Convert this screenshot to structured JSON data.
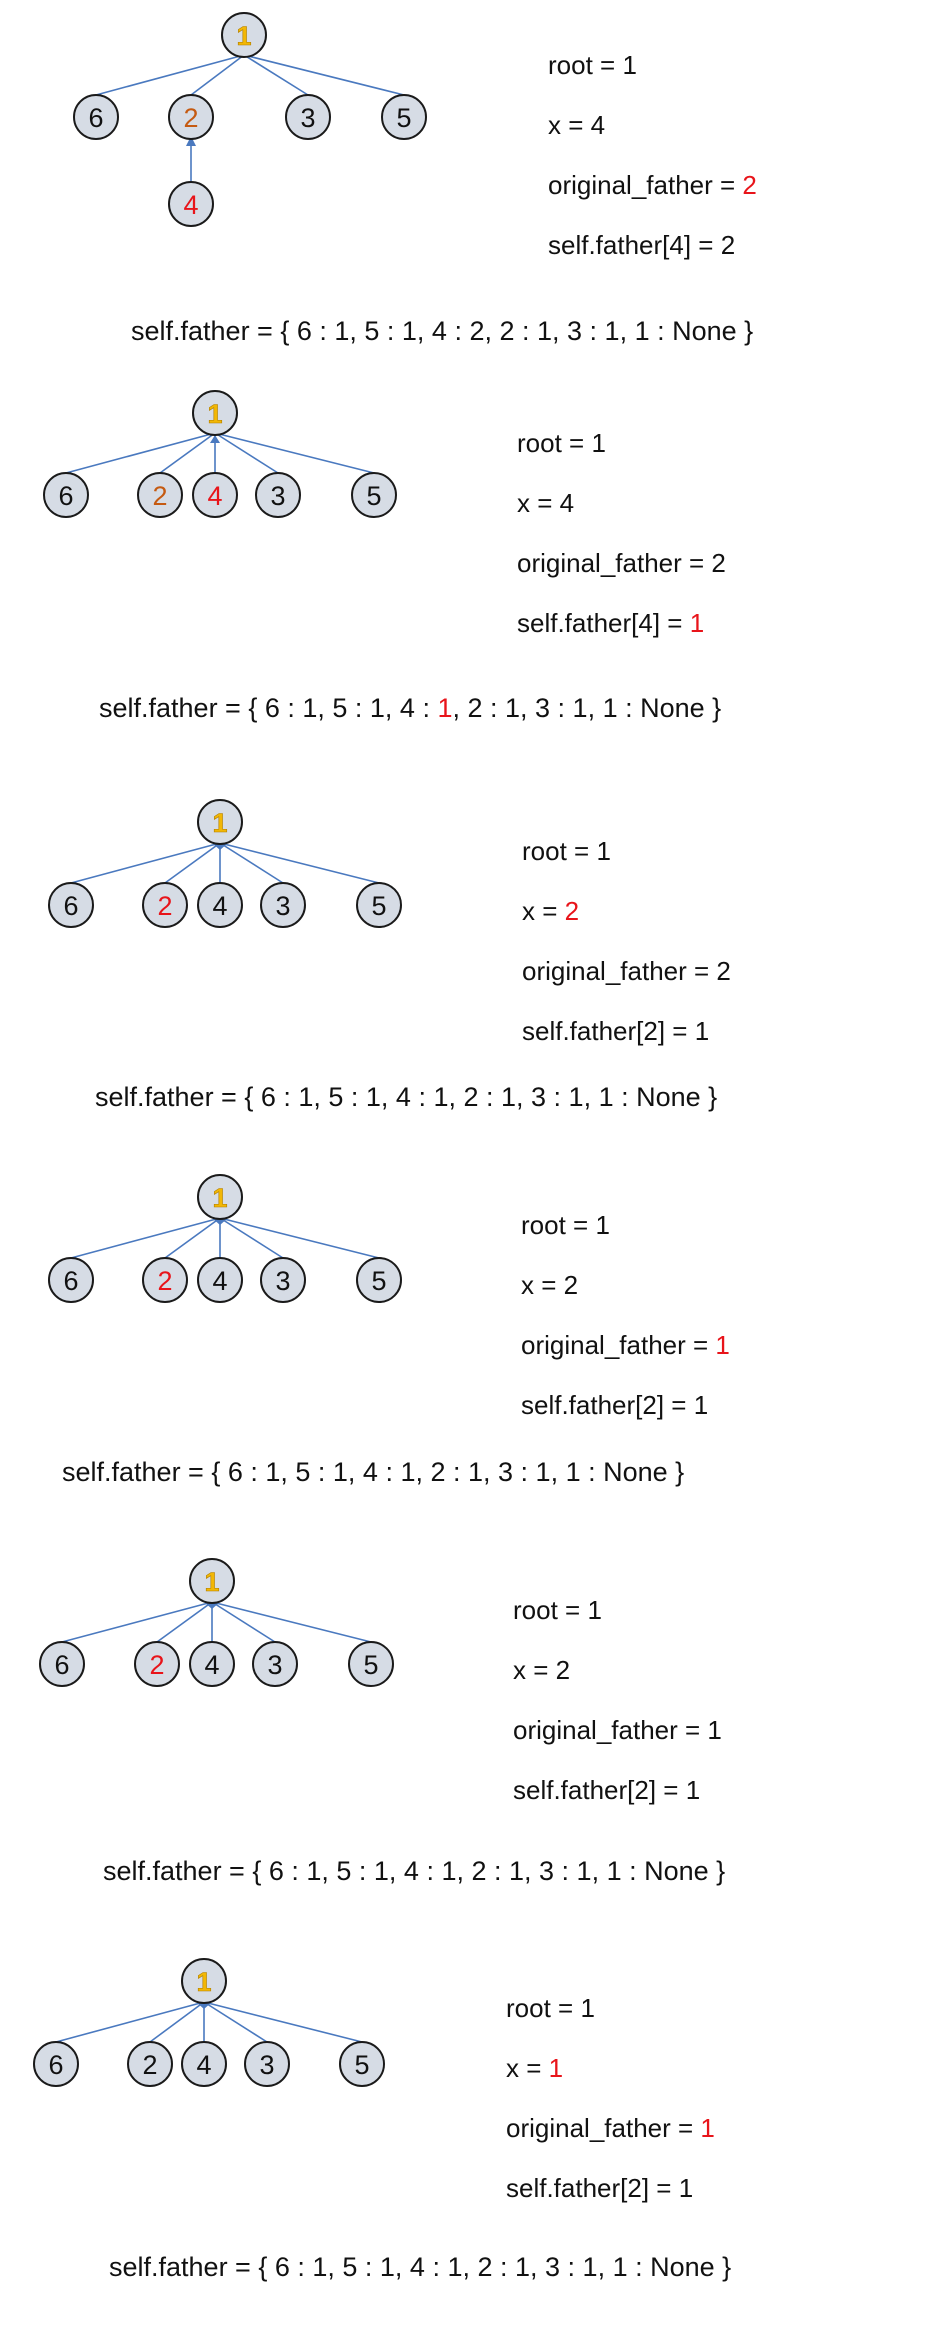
{
  "colors": {
    "node_fill": "#d6dce5",
    "node_stroke": "#1a1a1a",
    "edge": "#4a79bf",
    "root_label": "#f2b705",
    "orange_label": "#c55a11",
    "red": "#e8141a",
    "text": "#111111"
  },
  "panels": [
    {
      "root_label": "1",
      "nodes": [
        {
          "label": "6",
          "color": "default"
        },
        {
          "label": "2",
          "color": "orange"
        },
        {
          "label": "3",
          "color": "default"
        },
        {
          "label": "5",
          "color": "default"
        },
        {
          "label": "4",
          "color": "red"
        }
      ],
      "vars": [
        {
          "prefix": "root = ",
          "value": "1",
          "value_red": false
        },
        {
          "prefix": "x = ",
          "value": "4",
          "value_red": false
        },
        {
          "prefix": "original_father  = ",
          "value": "2",
          "value_red": true
        },
        {
          "prefix": "self.father[4]  = ",
          "value": "2",
          "value_red": false
        }
      ],
      "dict": {
        "before": "self.father  = { 6 : 1, 5 : 1, 4 : ",
        "highlight": "2",
        "highlight_red": false,
        "after": ", 2 : 1, 3 : 1, 1 : None }"
      }
    },
    {
      "root_label": "1",
      "nodes": [
        {
          "label": "6",
          "color": "default"
        },
        {
          "label": "2",
          "color": "orange"
        },
        {
          "label": "4",
          "color": "red"
        },
        {
          "label": "3",
          "color": "default"
        },
        {
          "label": "5",
          "color": "default"
        }
      ],
      "vars": [
        {
          "prefix": "root = ",
          "value": "1",
          "value_red": false
        },
        {
          "prefix": "x = ",
          "value": "4",
          "value_red": false
        },
        {
          "prefix": "original_father  = ",
          "value": "2",
          "value_red": false
        },
        {
          "prefix": "self.father[4]  = ",
          "value": "1",
          "value_red": true
        }
      ],
      "dict": {
        "before": "self.father  = { 6 : 1, 5 : 1, 4 : ",
        "highlight": "1",
        "highlight_red": true,
        "after": ", 2 : 1, 3 : 1, 1 : None }"
      }
    },
    {
      "root_label": "1",
      "nodes": [
        {
          "label": "6",
          "color": "default"
        },
        {
          "label": "2",
          "color": "red"
        },
        {
          "label": "4",
          "color": "default"
        },
        {
          "label": "3",
          "color": "default"
        },
        {
          "label": "5",
          "color": "default"
        }
      ],
      "vars": [
        {
          "prefix": "root = ",
          "value": "1",
          "value_red": false
        },
        {
          "prefix": "x = ",
          "value": "2",
          "value_red": true
        },
        {
          "prefix": "original_father  = ",
          "value": "2",
          "value_red": false
        },
        {
          "prefix": "self.father[2]  = ",
          "value": "1",
          "value_red": false
        }
      ],
      "dict": {
        "before": "self.father  = { 6 : 1, 5 : 1, 4 : ",
        "highlight": "1",
        "highlight_red": false,
        "after": ", 2 : 1, 3 : 1, 1 : None }"
      }
    },
    {
      "root_label": "1",
      "nodes": [
        {
          "label": "6",
          "color": "default"
        },
        {
          "label": "2",
          "color": "red"
        },
        {
          "label": "4",
          "color": "default"
        },
        {
          "label": "3",
          "color": "default"
        },
        {
          "label": "5",
          "color": "default"
        }
      ],
      "vars": [
        {
          "prefix": "root = ",
          "value": "1",
          "value_red": false
        },
        {
          "prefix": "x = ",
          "value": "2",
          "value_red": false
        },
        {
          "prefix": "original_father  = ",
          "value": "1",
          "value_red": true
        },
        {
          "prefix": "self.father[2]  = ",
          "value": "1",
          "value_red": false
        }
      ],
      "dict": {
        "before": "self.father  = { 6 : 1, 5 : 1, 4 : ",
        "highlight": "1",
        "highlight_red": false,
        "after": ", 2 : 1, 3 : 1, 1 : None }"
      }
    },
    {
      "root_label": "1",
      "nodes": [
        {
          "label": "6",
          "color": "default"
        },
        {
          "label": "2",
          "color": "red"
        },
        {
          "label": "4",
          "color": "default"
        },
        {
          "label": "3",
          "color": "default"
        },
        {
          "label": "5",
          "color": "default"
        }
      ],
      "vars": [
        {
          "prefix": "root = ",
          "value": "1",
          "value_red": false
        },
        {
          "prefix": "x = ",
          "value": "2",
          "value_red": false
        },
        {
          "prefix": "original_father  = ",
          "value": "1",
          "value_red": false
        },
        {
          "prefix": "self.father[2]  = ",
          "value": "1",
          "value_red": false
        }
      ],
      "dict": {
        "before": "self.father  = { 6 : 1, 5 : 1, 4 : ",
        "highlight": "1",
        "highlight_red": false,
        "after": ", 2 : 1, 3 : 1, 1 : None }"
      }
    },
    {
      "root_label": "1",
      "nodes": [
        {
          "label": "6",
          "color": "default"
        },
        {
          "label": "2",
          "color": "default"
        },
        {
          "label": "4",
          "color": "default"
        },
        {
          "label": "3",
          "color": "default"
        },
        {
          "label": "5",
          "color": "default"
        }
      ],
      "vars": [
        {
          "prefix": "root = ",
          "value": "1",
          "value_red": false
        },
        {
          "prefix": "x = ",
          "value": "1",
          "value_red": true
        },
        {
          "prefix": "original_father  = ",
          "value": "1",
          "value_red": true
        },
        {
          "prefix": "self.father[2]  = ",
          "value": "1",
          "value_red": false
        }
      ],
      "dict": {
        "before": "self.father  = { 6 : 1, 5 : 1, 4 : ",
        "highlight": "1",
        "highlight_red": false,
        "after": ", 2 : 1, 3 : 1, 1 : None }"
      }
    }
  ]
}
